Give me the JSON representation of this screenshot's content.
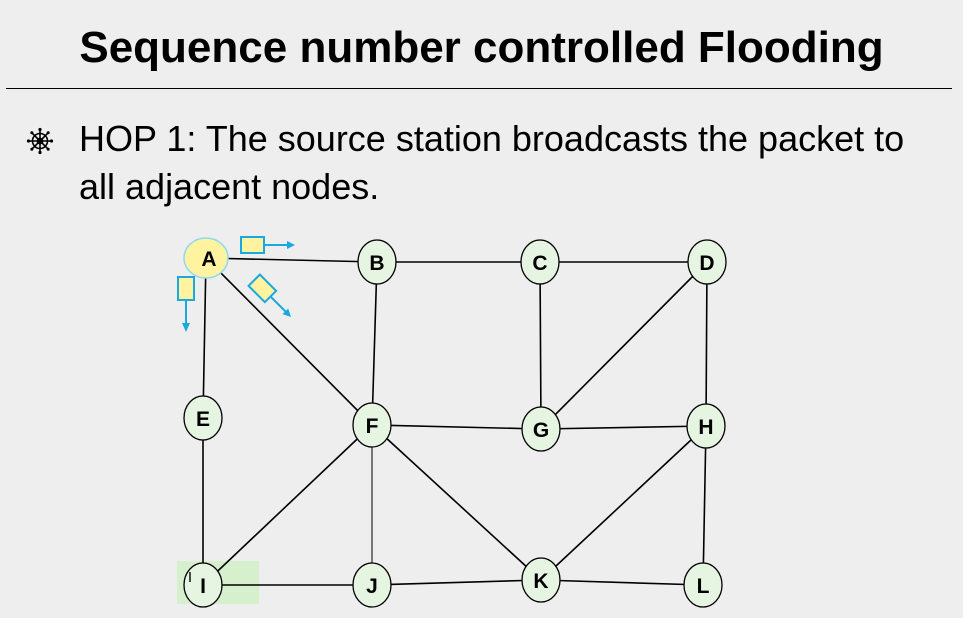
{
  "slide": {
    "title": "Sequence number controlled Flooding",
    "bullet": {
      "icon": "ship-wheel-icon",
      "text": "HOP 1: The source station broadcasts the packet to all adjacent nodes."
    }
  },
  "graph": {
    "source_node": "A",
    "nodes": [
      "A",
      "B",
      "C",
      "D",
      "E",
      "F",
      "G",
      "H",
      "I",
      "J",
      "K",
      "L"
    ],
    "edges": [
      [
        "A",
        "B"
      ],
      [
        "B",
        "C"
      ],
      [
        "C",
        "D"
      ],
      [
        "A",
        "E"
      ],
      [
        "A",
        "F"
      ],
      [
        "B",
        "F"
      ],
      [
        "C",
        "G"
      ],
      [
        "D",
        "G"
      ],
      [
        "D",
        "H"
      ],
      [
        "F",
        "G"
      ],
      [
        "G",
        "H"
      ],
      [
        "E",
        "I"
      ],
      [
        "F",
        "I"
      ],
      [
        "F",
        "J"
      ],
      [
        "F",
        "K"
      ],
      [
        "I",
        "J"
      ],
      [
        "J",
        "K"
      ],
      [
        "K",
        "L"
      ],
      [
        "H",
        "K"
      ],
      [
        "H",
        "L"
      ]
    ],
    "packets": [
      {
        "from": "A",
        "toward": "B"
      },
      {
        "from": "A",
        "toward": "F"
      },
      {
        "from": "A",
        "toward": "E"
      }
    ],
    "colors": {
      "node_fill": "#e6f5e1",
      "source_fill": "#fff3a0",
      "source_stroke": "#8fd9f5",
      "highlight_fill": "#d6efcc",
      "packet_fill": "#fff3a0",
      "packet_stroke": "#19a8e0",
      "edge": "#000000"
    }
  }
}
